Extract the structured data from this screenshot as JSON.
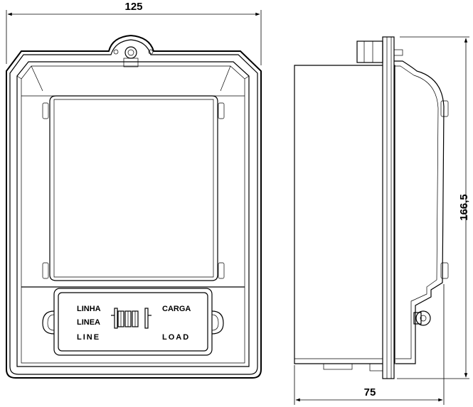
{
  "dimensions": {
    "width": "125",
    "height": "166,5",
    "depth": "75"
  },
  "terminal_labels": {
    "line_pt": "LINHA",
    "line_es": "LINEA",
    "line_en": "LINE",
    "load_pt": "CARGA",
    "load_en": "LOAD"
  }
}
